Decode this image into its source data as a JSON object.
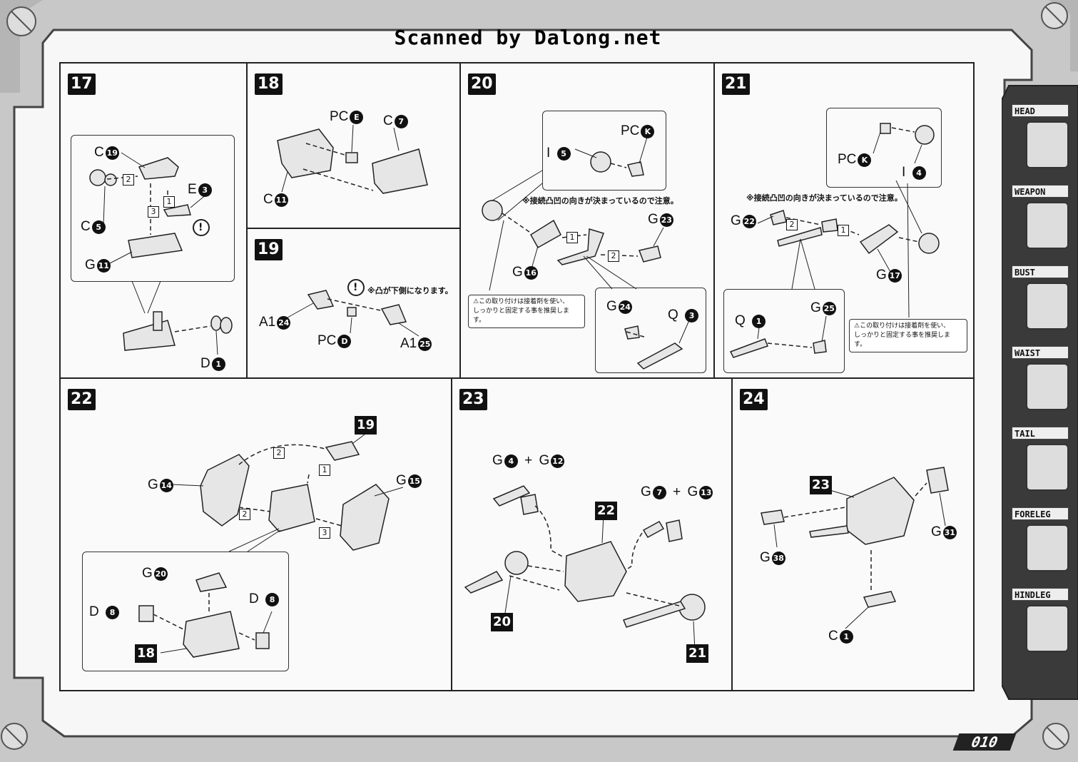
{
  "header": {
    "title": "Scanned by Dalong.net"
  },
  "page_number": "010",
  "sidebar": {
    "tabs": [
      {
        "label": "HEAD",
        "icon": "head-icon"
      },
      {
        "label": "WEAPON",
        "icon": "weapon-icon"
      },
      {
        "label": "BUST",
        "icon": "bust-icon"
      },
      {
        "label": "WAIST",
        "icon": "waist-icon"
      },
      {
        "label": "TAIL",
        "icon": "tail-icon"
      },
      {
        "label": "FORELEG",
        "icon": "foreleg-icon"
      },
      {
        "label": "HINDLEG",
        "icon": "hindleg-icon"
      }
    ]
  },
  "steps": {
    "s17": {
      "number": "17",
      "labels": {
        "c19": "C",
        "c19n": "19",
        "e3": "E",
        "e3n": "3",
        "c5": "C",
        "c5n": "5",
        "g11": "G",
        "g11n": "11",
        "d1": "D",
        "d1n": "1"
      },
      "seq": [
        "2",
        "1",
        "3"
      ],
      "caution": "!"
    },
    "s18": {
      "number": "18",
      "labels": {
        "pce": "PC",
        "pcen": "E",
        "c7": "C",
        "c7n": "7",
        "c11": "C",
        "c11n": "11"
      }
    },
    "s19": {
      "number": "19",
      "caution": "!",
      "note": "※凸が下側になります。",
      "labels": {
        "a124": "A1",
        "a124n": "24",
        "pcd": "PC",
        "pcdn": "D",
        "a125": "A1",
        "a125n": "25"
      }
    },
    "s20": {
      "number": "20",
      "note": "※接続凸凹の向きが決まっているので注意。",
      "glue_note_1": "⚠この取り付けは接着剤を使い、",
      "glue_note_2": "しっかりと固定する事を推奨します。",
      "seq": [
        "1",
        "2"
      ],
      "labels": {
        "pck": "PC",
        "pckn": "K",
        "i5": "I",
        "i5n": "5",
        "g23": "G",
        "g23n": "23",
        "g16": "G",
        "g16n": "16",
        "g24": "G",
        "g24n": "24",
        "q3": "Q",
        "q3n": "3"
      }
    },
    "s21": {
      "number": "21",
      "note": "※接続凸凹の向きが決まっているので注意。",
      "glue_note_1": "⚠この取り付けは接着剤を使い、",
      "glue_note_2": "しっかりと固定する事を推奨します。",
      "seq": [
        "2",
        "1"
      ],
      "labels": {
        "pck": "PC",
        "pckn": "K",
        "i4": "I",
        "i4n": "4",
        "g22": "G",
        "g22n": "22",
        "g17": "G",
        "g17n": "17",
        "q1": "Q",
        "q1n": "1",
        "g25": "G",
        "g25n": "25"
      }
    },
    "s22": {
      "number": "22",
      "ref19": "19",
      "ref18": "18",
      "seq": [
        "2",
        "1",
        "2",
        "3"
      ],
      "labels": {
        "g14": "G",
        "g14n": "14",
        "g15": "G",
        "g15n": "15",
        "g20": "G",
        "g20n": "20",
        "d8a": "D",
        "d8an": "8",
        "d8b": "D",
        "d8bn": "8"
      }
    },
    "s23": {
      "number": "23",
      "ref22": "22",
      "ref20": "20",
      "ref21": "21",
      "labels": {
        "g4": "G",
        "g4n": "4",
        "plus1": "+",
        "g12": "G",
        "g12n": "12",
        "g7": "G",
        "g7n": "7",
        "plus2": "+",
        "g13": "G",
        "g13n": "13"
      }
    },
    "s24": {
      "number": "24",
      "ref23": "23",
      "labels": {
        "g31": "G",
        "g31n": "31",
        "g38": "G",
        "g38n": "38",
        "c1": "C",
        "c1n": "1"
      }
    }
  }
}
